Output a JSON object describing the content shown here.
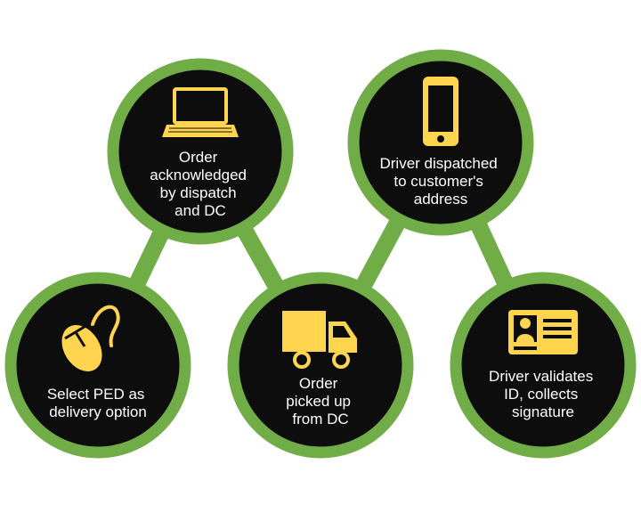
{
  "colors": {
    "background": "#ffffff",
    "ring": "#70ad47",
    "circle_fill": "#0d0d0d",
    "icon": "#ffd54f",
    "text": "#ffffff"
  },
  "steps": [
    {
      "id": "select-ped",
      "icon": "computer-mouse-icon",
      "lines": [
        "Select PED as",
        "delivery option"
      ]
    },
    {
      "id": "order-acknowledged",
      "icon": "laptop-icon",
      "lines": [
        "Order",
        "acknowledged",
        "by dispatch",
        "and DC"
      ]
    },
    {
      "id": "order-picked-up",
      "icon": "delivery-truck-icon",
      "lines": [
        "Order",
        "picked up",
        "from DC"
      ]
    },
    {
      "id": "driver-dispatched",
      "icon": "smartphone-icon",
      "lines": [
        "Driver dispatched",
        "to customer's",
        "address"
      ]
    },
    {
      "id": "driver-validates",
      "icon": "id-card-icon",
      "lines": [
        "Driver validates",
        "ID, collects",
        "signature"
      ]
    }
  ]
}
